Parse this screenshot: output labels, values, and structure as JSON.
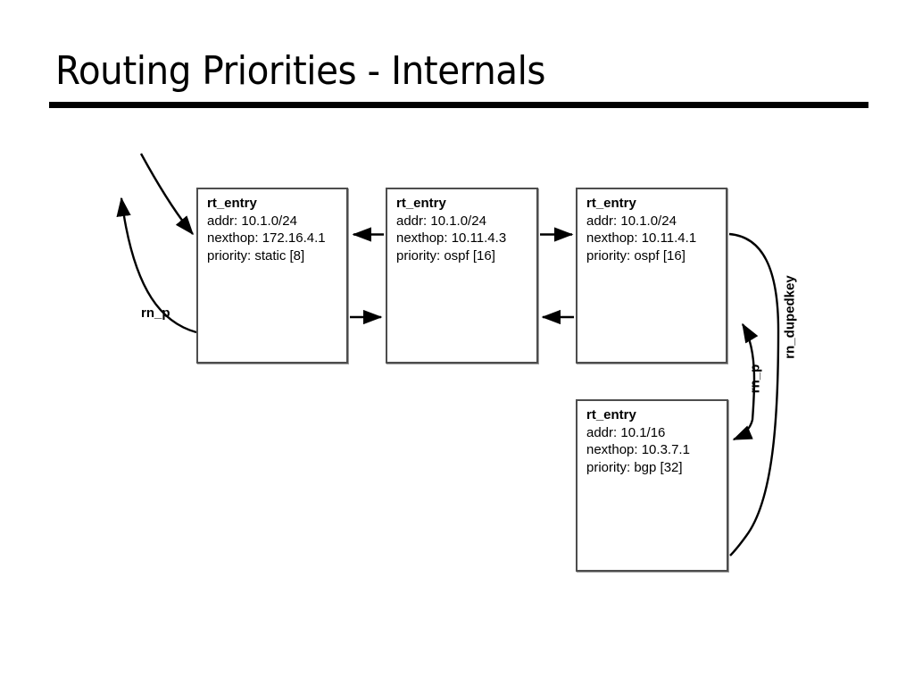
{
  "slide": {
    "title": "Routing Priorities - Internals"
  },
  "diagram": {
    "type": "linked-structure",
    "nodes": [
      {
        "id": "box1",
        "struct_name": "rt_entry",
        "fields": [
          "addr: 10.1.0/24",
          "nexthop: 172.16.4.1",
          "priority: static [8]"
        ]
      },
      {
        "id": "box2",
        "struct_name": "rt_entry",
        "fields": [
          "addr: 10.1.0/24",
          "nexthop: 10.11.4.3",
          "priority: ospf [16]"
        ]
      },
      {
        "id": "box3",
        "struct_name": "rt_entry",
        "fields": [
          "addr: 10.1.0/24",
          "nexthop: 10.11.4.1",
          "priority: ospf [16]"
        ]
      },
      {
        "id": "box4",
        "struct_name": "rt_entry",
        "fields": [
          "addr: 10.1/16",
          "nexthop: 10.3.7.1",
          "priority: bgp [32]"
        ]
      }
    ],
    "edge_labels": {
      "rn_p_left": "rn_p",
      "rn_dupedkey": "rn_dupedkey",
      "rn_p_right": "rn_p"
    },
    "colors": {
      "stroke": "#000000",
      "box_border": "#4d4d4d",
      "box_fill": "#ffffff",
      "text": "#000000"
    }
  }
}
